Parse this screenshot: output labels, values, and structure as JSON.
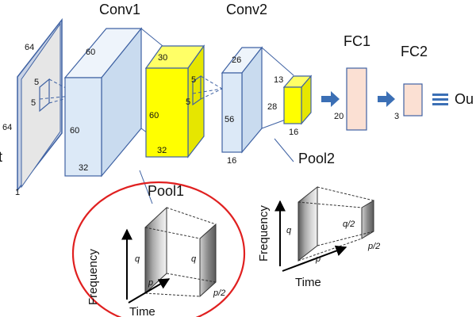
{
  "layers": {
    "conv1": "Conv1",
    "conv2": "Conv2",
    "fc1": "FC1",
    "fc2": "FC2",
    "output": "Ou",
    "pool1": "Pool1",
    "pool2": "Pool2"
  },
  "input": {
    "width": "64",
    "height": "64",
    "depth": "1",
    "kernel_h": "5",
    "kernel_w": "5",
    "left_cut": "t"
  },
  "conv1": {
    "height": "60",
    "width": "60",
    "depth": "32"
  },
  "pool1": {
    "height": "30",
    "width": "60",
    "depth": "32",
    "kernel_h": "5",
    "kernel_w": "5"
  },
  "conv2": {
    "top": "26",
    "height": "56",
    "depth": "16"
  },
  "pool2": {
    "top": "13",
    "height": "28",
    "depth": "16"
  },
  "fc1": {
    "size": "20"
  },
  "fc2": {
    "size": "3"
  },
  "pool1_inset": {
    "freq_label": "Frequency",
    "time_label": "Time",
    "q": "q",
    "p": "p",
    "q_out": "q",
    "p_out": "p/2"
  },
  "pool2_inset": {
    "freq_label": "Frequency",
    "time_label": "Time",
    "q": "q",
    "p": "p",
    "q_out": "q/2",
    "p_out": "p/2"
  },
  "colors": {
    "conv_fill": "#dce9f7",
    "conv_stroke": "#3f62a3",
    "pool_fill": "#ffff00",
    "fc_fill": "#fbe0d3",
    "arrow": "#3b6fb5",
    "input_fill": "#e6e6e6",
    "ellipse": "#e02020"
  }
}
